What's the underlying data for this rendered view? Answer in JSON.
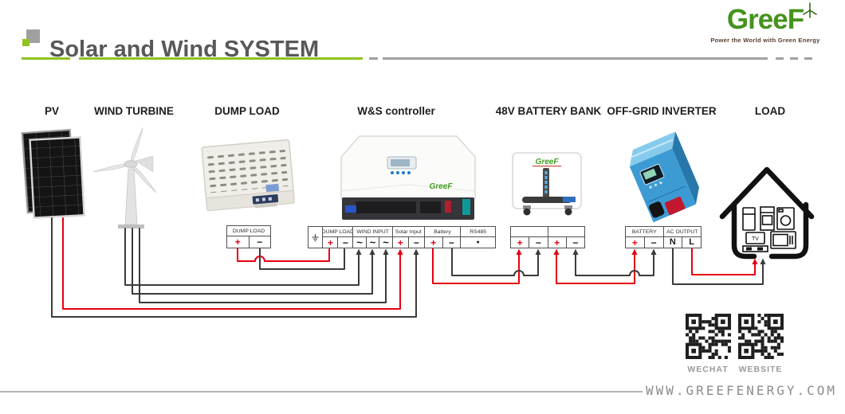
{
  "header": {
    "title": "Solar and Wind SYSTEM",
    "logo_name": "GreeF",
    "logo_tagline": "Power the World with Green Energy"
  },
  "labels": {
    "pv": "PV",
    "wind_turbine": "WIND TURBINE",
    "dump_load": "DUMP LOAD",
    "controller": "W&S controller",
    "battery_bank": "48V BATTERY BANK",
    "inverter": "OFF-GRID INVERTER",
    "load": "LOAD"
  },
  "strips": {
    "dump_load": {
      "label": "DUMP LOAD",
      "terminals": [
        "+",
        "−"
      ]
    },
    "controller": {
      "dump": {
        "label": "DUMP LOAD",
        "terminals": [
          "+",
          "−"
        ]
      },
      "wind": {
        "label": "WIND INPUT",
        "terminals": [
          "~",
          "~",
          "~"
        ]
      },
      "solar": {
        "label": "Solar Input",
        "terminals": [
          "+",
          "−"
        ]
      },
      "battery": {
        "label": "Battery",
        "terminals": [
          "+",
          "−"
        ]
      },
      "rs485": {
        "label": "RS485",
        "terminals": [
          "●"
        ]
      }
    },
    "battery_bank": {
      "s1": {
        "label": "",
        "terminals": [
          "+",
          "−"
        ]
      },
      "s2": {
        "label": "",
        "terminals": [
          "+",
          "−"
        ]
      }
    },
    "inverter": {
      "battery": {
        "label": "BATTERY",
        "terminals": [
          "+",
          "−"
        ]
      },
      "ac": {
        "label": "AC OUTPUT",
        "terminals": [
          "N",
          "L"
        ]
      }
    }
  },
  "devices": {
    "controller_logo": "GreeF",
    "battery_logo": "GreeF",
    "tv_label": "TV"
  },
  "footer": {
    "website": "WWW.GREEFENERGY.COM",
    "wechat_label": "WECHAT",
    "website_label": "WEBSITE"
  },
  "colors": {
    "accent_green": "#8fc31f",
    "rule_gray": "#9fa0a0",
    "wire_red": "#e60012",
    "wire_black": "#3e3a39",
    "logo_green": "#45921d",
    "title_gray": "#595757"
  }
}
